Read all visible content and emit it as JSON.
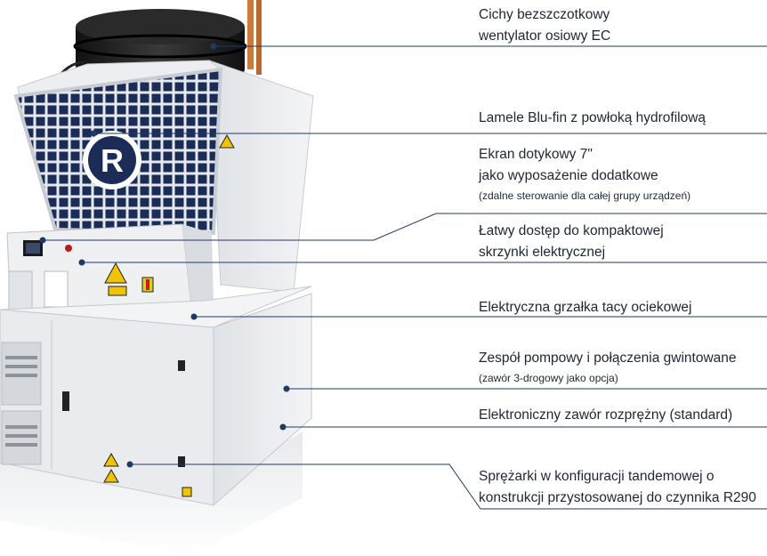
{
  "colors": {
    "leader": "#1e3a66",
    "dot": "#1e3a66",
    "text": "#1f2633",
    "cabinet": "#e9ebee",
    "coil": "#1a2a52",
    "fan": "#1c1c1c"
  },
  "logo": {
    "text": "R"
  },
  "callouts": [
    {
      "id": "fan",
      "lines": [
        "Cichy bezszczotkowy",
        "wentylator osiowy EC"
      ],
      "note": ""
    },
    {
      "id": "coil",
      "lines": [
        "Lamele Blu-fin z powłoką hydrofilową"
      ],
      "note": ""
    },
    {
      "id": "screen",
      "lines": [
        "Ekran dotykowy 7\"",
        "jako wyposażenie dodatkowe"
      ],
      "note": "(zdalne sterowanie dla całej grupy urządzeń)"
    },
    {
      "id": "ebox",
      "lines": [
        "Łatwy dostęp do kompaktowej",
        "skrzynki elektrycznej"
      ],
      "note": ""
    },
    {
      "id": "heater",
      "lines": [
        "Elektryczna grzałka tacy ociekowej"
      ],
      "note": ""
    },
    {
      "id": "pump",
      "lines": [
        "Zespół pompowy i połączenia gwintowane"
      ],
      "note": "(zawór 3-drogowy jako opcja)"
    },
    {
      "id": "valve",
      "lines": [
        "Elektroniczny zawór rozprężny (standard)"
      ],
      "note": ""
    },
    {
      "id": "comp",
      "lines": [
        "Sprężarki w konfiguracji tandemowej o",
        "konstrukcji przystosowanej do czynnika R290"
      ],
      "note": ""
    }
  ]
}
